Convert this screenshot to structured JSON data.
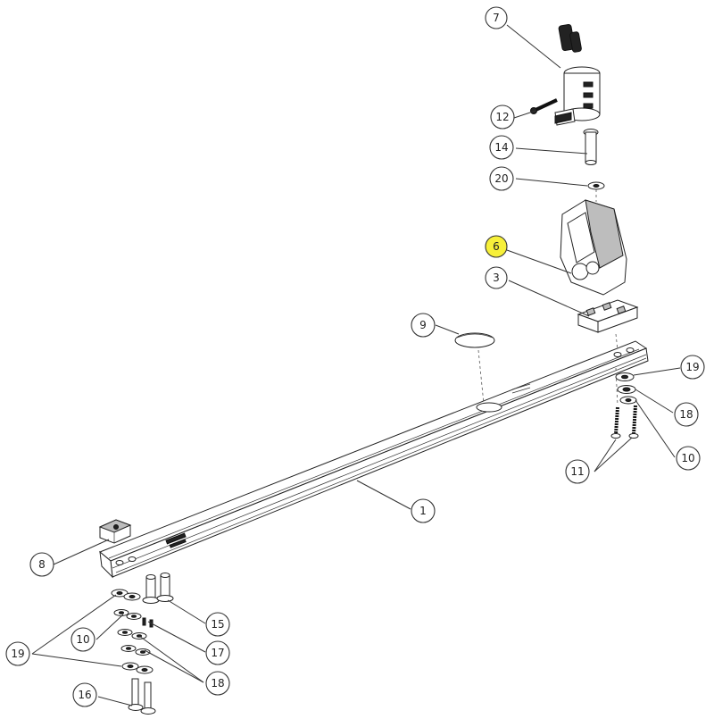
{
  "diagram": {
    "highlight_color": "#f7f03a",
    "callouts": [
      {
        "id": "c7",
        "label": "7",
        "highlight": false
      },
      {
        "id": "c12",
        "label": "12",
        "highlight": false
      },
      {
        "id": "c14",
        "label": "14",
        "highlight": false
      },
      {
        "id": "c20",
        "label": "20",
        "highlight": false
      },
      {
        "id": "c6",
        "label": "6",
        "highlight": true
      },
      {
        "id": "c3",
        "label": "3",
        "highlight": false
      },
      {
        "id": "c9",
        "label": "9",
        "highlight": false
      },
      {
        "id": "c19a",
        "label": "19",
        "highlight": false
      },
      {
        "id": "c18a",
        "label": "18",
        "highlight": false
      },
      {
        "id": "c10a",
        "label": "10",
        "highlight": false
      },
      {
        "id": "c11",
        "label": "11",
        "highlight": false
      },
      {
        "id": "c1",
        "label": "1",
        "highlight": false
      },
      {
        "id": "c8",
        "label": "8",
        "highlight": false
      },
      {
        "id": "c15",
        "label": "15",
        "highlight": false
      },
      {
        "id": "c10b",
        "label": "10",
        "highlight": false
      },
      {
        "id": "c17",
        "label": "17",
        "highlight": false
      },
      {
        "id": "c19b",
        "label": "19",
        "highlight": false
      },
      {
        "id": "c18b",
        "label": "18",
        "highlight": false
      },
      {
        "id": "c16",
        "label": "16",
        "highlight": false
      }
    ]
  }
}
